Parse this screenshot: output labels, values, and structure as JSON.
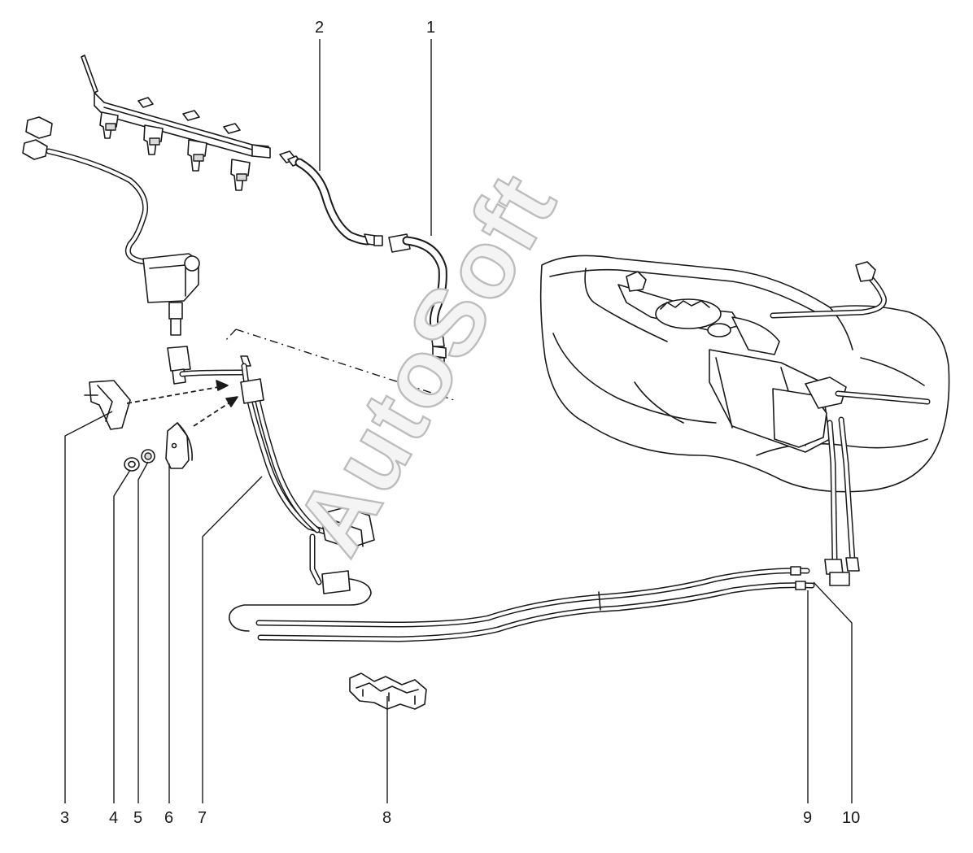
{
  "watermark": "AutoSoft",
  "callouts": [
    {
      "id": "1",
      "label": "1"
    },
    {
      "id": "2",
      "label": "2"
    },
    {
      "id": "3",
      "label": "3"
    },
    {
      "id": "4",
      "label": "4"
    },
    {
      "id": "5",
      "label": "5"
    },
    {
      "id": "6",
      "label": "6"
    },
    {
      "id": "7",
      "label": "7"
    },
    {
      "id": "8",
      "label": "8"
    },
    {
      "id": "9",
      "label": "9"
    },
    {
      "id": "10",
      "label": "10"
    }
  ]
}
